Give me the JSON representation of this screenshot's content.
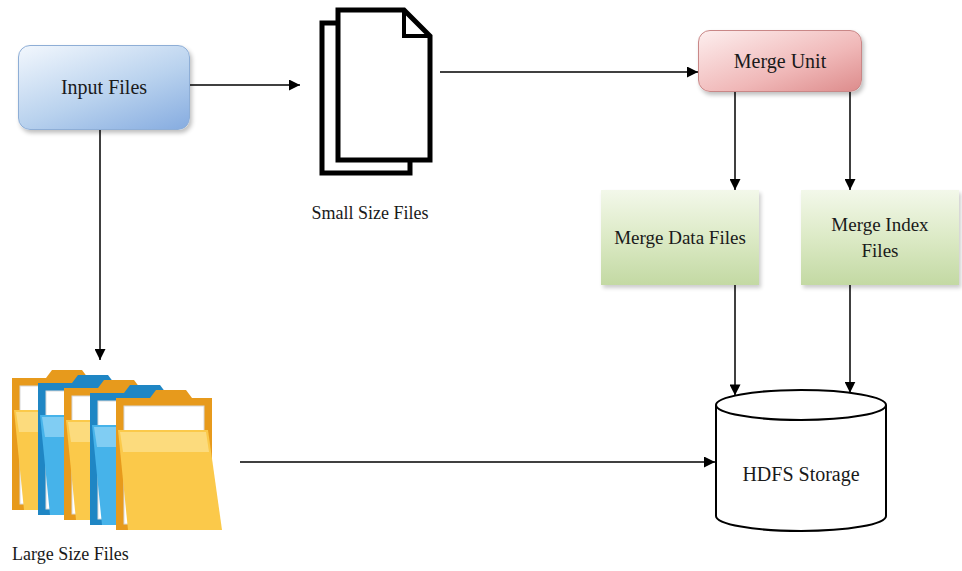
{
  "diagram": {
    "nodes": [
      {
        "text": [
          "Input Files"
        ]
      },
      {
        "text": [
          "Small Size Files"
        ]
      },
      {
        "text": [
          "Merge Unit"
        ]
      },
      {
        "text": [
          "Merge Data Files"
        ]
      },
      {
        "text": [
          "Merge Index Files"
        ]
      },
      {
        "text": [
          "Large Size Files"
        ]
      },
      {
        "text": [
          "HDFS Storage"
        ]
      }
    ],
    "edges": [
      {
        "from": 0,
        "to": 1,
        "arrow": "to"
      },
      {
        "from": 1,
        "to": 2,
        "arrow": "to"
      },
      {
        "from": 0,
        "to": 5,
        "arrow": "to"
      },
      {
        "from": 2,
        "to": 3,
        "arrow": "to"
      },
      {
        "from": 2,
        "to": 4,
        "arrow": "to"
      },
      {
        "from": 3,
        "to": 6,
        "arrow": "to"
      },
      {
        "from": 4,
        "to": 6,
        "arrow": "to"
      },
      {
        "from": 5,
        "to": 6,
        "arrow": "to"
      }
    ]
  }
}
